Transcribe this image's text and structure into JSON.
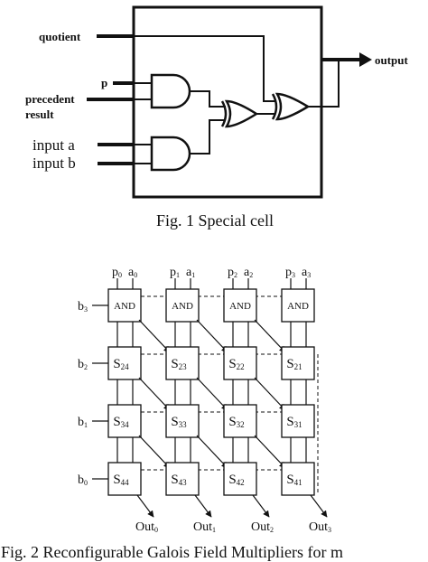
{
  "fig1": {
    "inputs": {
      "quotient": "quotient",
      "p": "p",
      "precedent_line1": "precedent",
      "precedent_line2": "result",
      "input_a": "input a",
      "input_b": "input b"
    },
    "output": "output",
    "caption": "Fig. 1 Special cell"
  },
  "fig2": {
    "columns": [
      {
        "p": "p",
        "p_sub": "0",
        "a": "a",
        "a_sub": "0"
      },
      {
        "p": "p",
        "p_sub": "1",
        "a": "a",
        "a_sub": "1"
      },
      {
        "p": "p",
        "p_sub": "2",
        "a": "a",
        "a_sub": "2"
      },
      {
        "p": "p",
        "p_sub": "3",
        "a": "a",
        "a_sub": "3"
      }
    ],
    "rows": [
      {
        "b": "b",
        "b_sub": "3",
        "cells": [
          {
            "t": "AND",
            "s": ""
          },
          {
            "t": "AND",
            "s": ""
          },
          {
            "t": "AND",
            "s": ""
          },
          {
            "t": "AND",
            "s": ""
          }
        ]
      },
      {
        "b": "b",
        "b_sub": "2",
        "cells": [
          {
            "t": "S",
            "s": "24"
          },
          {
            "t": "S",
            "s": "23"
          },
          {
            "t": "S",
            "s": "22"
          },
          {
            "t": "S",
            "s": "21"
          }
        ]
      },
      {
        "b": "b",
        "b_sub": "1",
        "cells": [
          {
            "t": "S",
            "s": "34"
          },
          {
            "t": "S",
            "s": "33"
          },
          {
            "t": "S",
            "s": "32"
          },
          {
            "t": "S",
            "s": "31"
          }
        ]
      },
      {
        "b": "b",
        "b_sub": "0",
        "cells": [
          {
            "t": "S",
            "s": "44"
          },
          {
            "t": "S",
            "s": "43"
          },
          {
            "t": "S",
            "s": "42"
          },
          {
            "t": "S",
            "s": "41"
          }
        ]
      }
    ],
    "outputs": [
      {
        "t": "Out",
        "s": "0"
      },
      {
        "t": "Out",
        "s": "1"
      },
      {
        "t": "Out",
        "s": "2"
      },
      {
        "t": "Out",
        "s": "3"
      }
    ],
    "caption": "Fig. 2 Reconfigurable Galois Field Multipliers for m"
  }
}
